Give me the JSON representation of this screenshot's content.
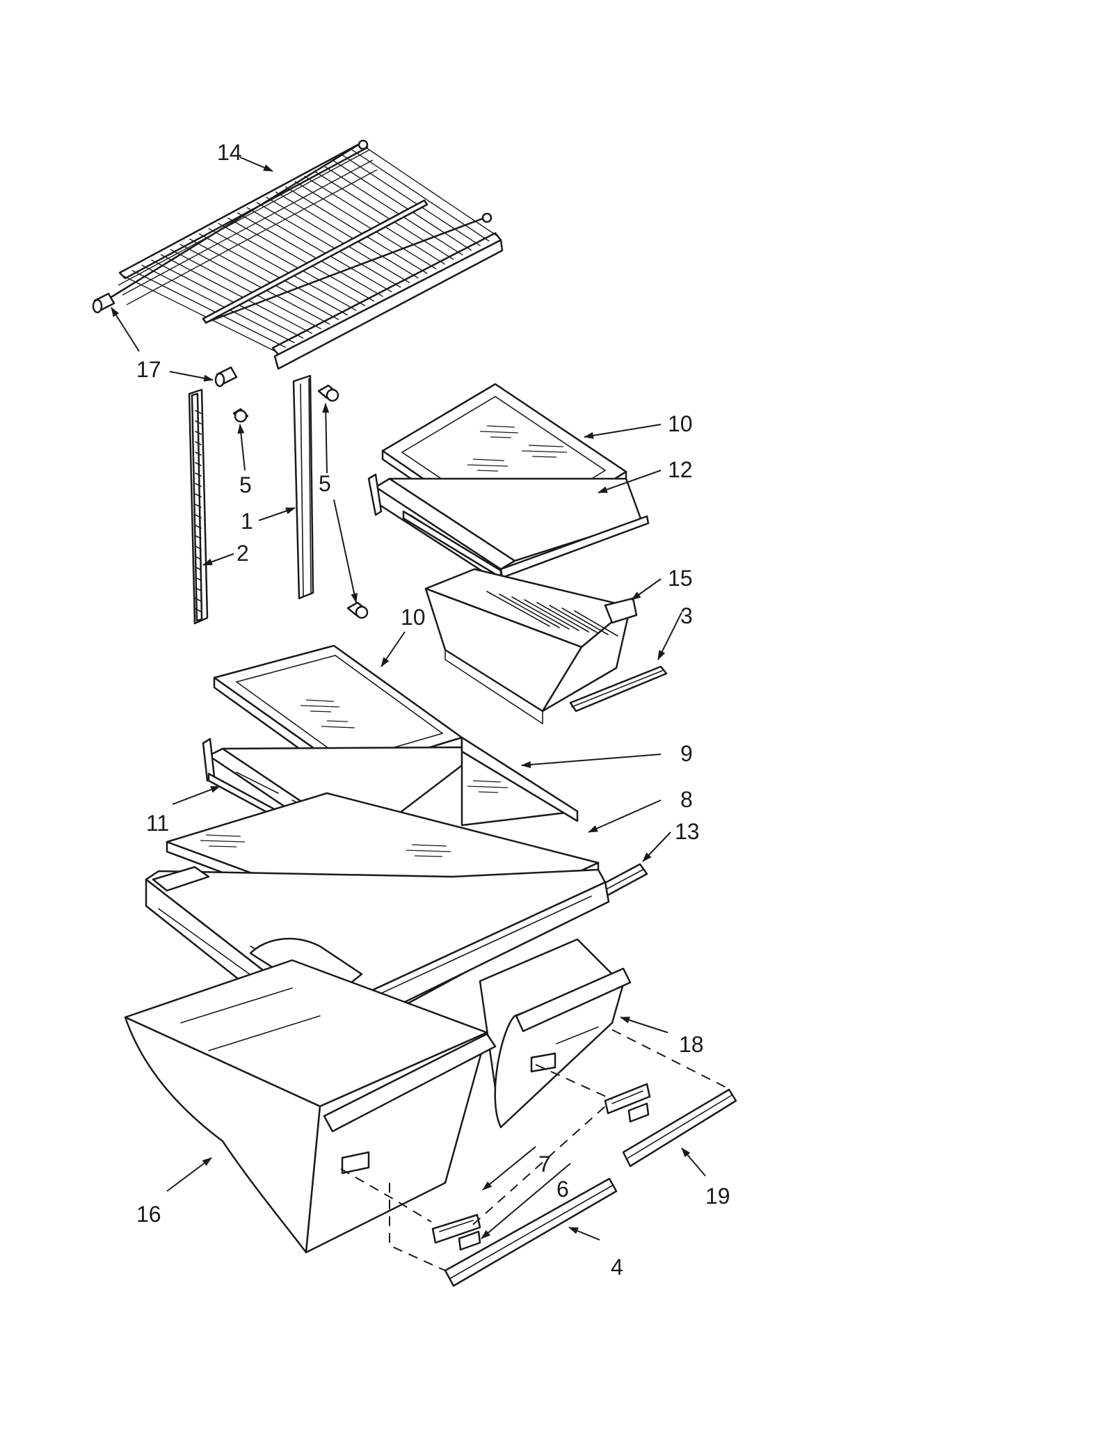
{
  "callouts": [
    {
      "id": "c14",
      "label": "14"
    },
    {
      "id": "c17a",
      "label": "17"
    },
    {
      "id": "c5a",
      "label": "5"
    },
    {
      "id": "c5b",
      "label": "5"
    },
    {
      "id": "c1",
      "label": "1"
    },
    {
      "id": "c2",
      "label": "2"
    },
    {
      "id": "c10a",
      "label": "10"
    },
    {
      "id": "c12",
      "label": "12"
    },
    {
      "id": "c15",
      "label": "15"
    },
    {
      "id": "c3",
      "label": "3"
    },
    {
      "id": "c10b",
      "label": "10"
    },
    {
      "id": "c9",
      "label": "9"
    },
    {
      "id": "c8",
      "label": "8"
    },
    {
      "id": "c11",
      "label": "11"
    },
    {
      "id": "c13",
      "label": "13"
    },
    {
      "id": "c18",
      "label": "18"
    },
    {
      "id": "c7",
      "label": "7"
    },
    {
      "id": "c6",
      "label": "6"
    },
    {
      "id": "c19",
      "label": "19"
    },
    {
      "id": "c16",
      "label": "16"
    },
    {
      "id": "c4",
      "label": "4"
    }
  ]
}
